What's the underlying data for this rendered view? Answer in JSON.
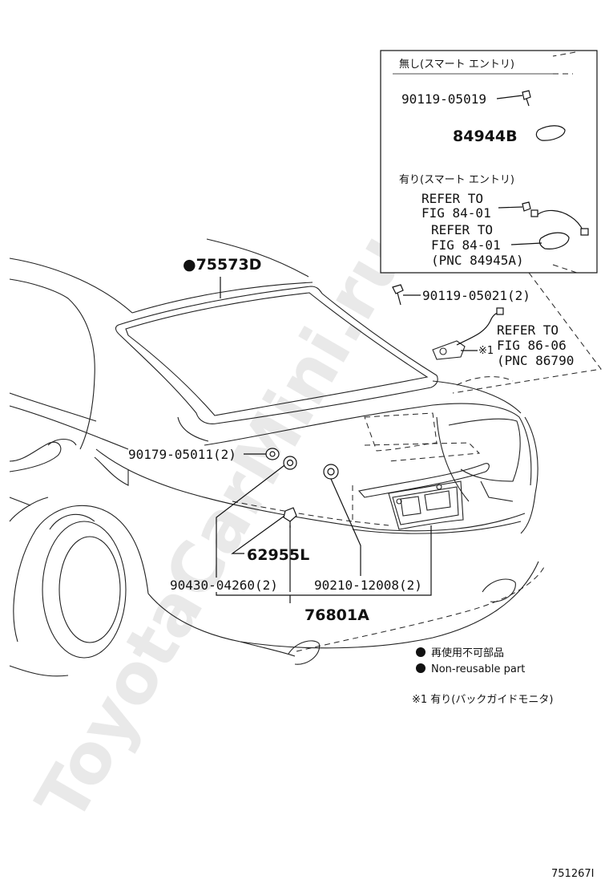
{
  "watermark": "ToyotaCarMini.ru",
  "figure_id": "751267I",
  "inset": {
    "header_no": "無し(スマート エントリ)",
    "part_no_bolt_top": "90119-05019",
    "part_no_84944b": "84944B",
    "header_yes": "有り(スマート エントリ)",
    "refer_1_line1": "REFER TO",
    "refer_1_line2": "FIG 84-01",
    "refer_2_line1": "REFER TO",
    "refer_2_line2": "FIG 84-01",
    "refer_2_line3": "(PNC 84945A)"
  },
  "parts": {
    "molding": "●75573D",
    "bolt_05021": "90119-05021(2)",
    "refer_3_line1": "REFER TO",
    "refer_3_line2": "FIG 86-06",
    "refer_3_line3": "(PNC 86790",
    "note_mark": "※1",
    "clip_05011": "90179-05011(2)",
    "part_62955l": "62955L",
    "nut_04260": "90430-04260(2)",
    "grommet_12008": "90210-12008(2)",
    "plate_76801a": "76801A"
  },
  "legend": {
    "non_reusable_jp": "再使用不可部品",
    "non_reusable_en": "Non-reusable part",
    "footnote": "※1 有り(バックガイドモニタ)"
  }
}
